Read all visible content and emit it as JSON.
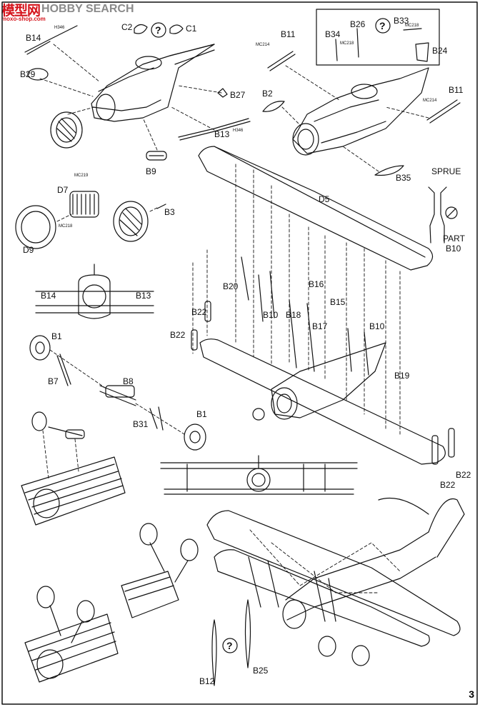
{
  "watermark": {
    "logo": "模型网",
    "brand": "HOBBY SEARCH",
    "url": "moxo-shop.com"
  },
  "page_number": "3",
  "sprue_callout": {
    "title": "SPRUE",
    "part_label": "PART",
    "part_id": "B10"
  },
  "labels": {
    "C2": "C2",
    "C1": "C1",
    "B14a": "B14",
    "B29": "B29",
    "B27": "B27",
    "B13a": "B13",
    "B9": "B9",
    "B11a": "B11",
    "B34": "B34",
    "B26": "B26",
    "B33": "B33",
    "B24": "B24",
    "B2": "B2",
    "B11b": "B11",
    "B35": "B35",
    "D5": "D5",
    "D7": "D7",
    "D9": "D9",
    "B3": "B3",
    "B14b": "B14",
    "B13b": "B13",
    "B20": "B20",
    "B16": "B16",
    "B15": "B15",
    "B22a": "B22",
    "B10a": "B10",
    "B18": "B18",
    "B17": "B17",
    "B10b": "B10",
    "B22b": "B22",
    "B19": "B19",
    "B22c": "B22",
    "B22d": "B22",
    "B1a": "B1",
    "B7": "B7",
    "B8": "B8",
    "B31": "B31",
    "B1b": "B1",
    "B12": "B12",
    "B25": "B25"
  },
  "decal_tags": [
    "MC214",
    "MC218",
    "MC218",
    "MC214",
    "MC219",
    "MC218",
    "H346",
    "H346"
  ],
  "question_mark": "?"
}
